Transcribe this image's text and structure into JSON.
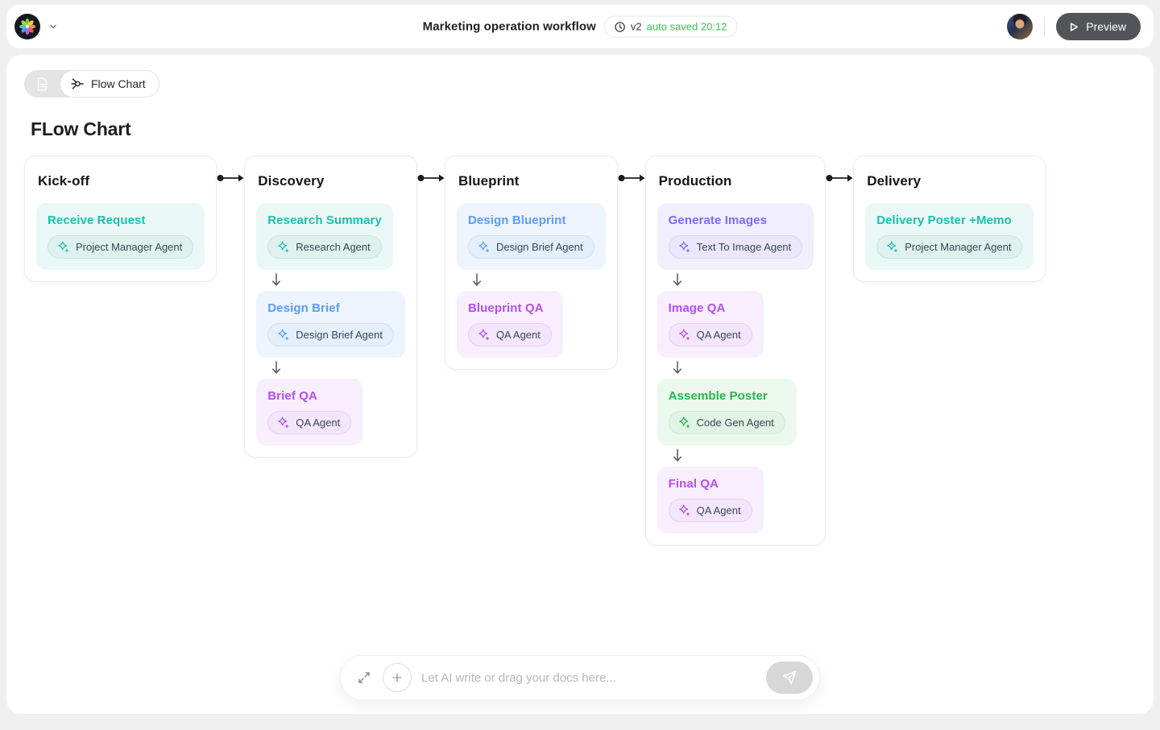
{
  "header": {
    "title": "Marketing operation workflow",
    "version_label": "v2",
    "autosave_label": "auto saved 20:12",
    "preview_label": "Preview"
  },
  "toolbar": {
    "flow_chart_tab_label": "Flow Chart"
  },
  "page": {
    "heading": "FLow Chart"
  },
  "input_bar": {
    "placeholder": "Let AI write or drag your docs here..."
  },
  "icons": {
    "logo": "pinwheel-flower",
    "header_left": "chevron-down",
    "badge": "clock",
    "preview": "play-outline",
    "tab_left": "document",
    "tab_right": "flow-node",
    "task_pill": "sparkles",
    "column_link": "dot-arrow-right",
    "task_link": "arrow-down",
    "input_left": "expand-diagonal",
    "input_add": "plus",
    "input_send": "paper-plane"
  },
  "colors": {
    "page_bg": "#efefef",
    "panel_bg": "#ffffff",
    "preview_btn_bg": "#515459",
    "autosave_green": "#2fc650",
    "connector_black": "#1b1b1b"
  },
  "themes": {
    "teal": {
      "text": "#1fbdb0",
      "bg": "#e9f8f6",
      "pill_bg": "#def1ee",
      "pill_border": "#c8e6e1"
    },
    "blue": {
      "text": "#5b9df6",
      "bg": "#edf4fd",
      "pill_bg": "#e3effb",
      "pill_border": "#d0e1f6"
    },
    "purple": {
      "text": "#b44ff0",
      "bg": "#f8eefd",
      "pill_bg": "#f3e5fb",
      "pill_border": "#e6d2f5"
    },
    "violet": {
      "text": "#7a6cf3",
      "bg": "#f1effe",
      "pill_bg": "#eae7fc",
      "pill_border": "#dad6f7"
    },
    "green": {
      "text": "#28b548",
      "bg": "#ebf8ed",
      "pill_bg": "#e1f3e4",
      "pill_border": "#cfe8d4"
    }
  },
  "flow": {
    "columns": [
      {
        "title": "Kick-off",
        "tasks": [
          {
            "title": "Receive Request",
            "agent": "Project Manager Agent",
            "theme": "teal"
          }
        ]
      },
      {
        "title": "Discovery",
        "tasks": [
          {
            "title": "Research Summary",
            "agent": "Research Agent",
            "theme": "teal"
          },
          {
            "title": "Design Brief",
            "agent": "Design Brief Agent",
            "theme": "blue"
          },
          {
            "title": "Brief QA",
            "agent": "QA Agent",
            "theme": "purple"
          }
        ]
      },
      {
        "title": "Blueprint",
        "tasks": [
          {
            "title": "Design Blueprint",
            "agent": "Design Brief Agent",
            "theme": "blue"
          },
          {
            "title": "Blueprint QA",
            "agent": "QA Agent",
            "theme": "purple"
          }
        ]
      },
      {
        "title": "Production",
        "tasks": [
          {
            "title": "Generate Images",
            "agent": "Text To Image Agent",
            "theme": "violet"
          },
          {
            "title": "Image QA",
            "agent": "QA Agent",
            "theme": "purple"
          },
          {
            "title": "Assemble Poster",
            "agent": "Code Gen Agent",
            "theme": "green"
          },
          {
            "title": "Final QA",
            "agent": "QA Agent",
            "theme": "purple"
          }
        ]
      },
      {
        "title": "Delivery",
        "tasks": [
          {
            "title": "Delivery Poster +Memo",
            "agent": "Project Manager Agent",
            "theme": "teal"
          }
        ]
      }
    ]
  }
}
